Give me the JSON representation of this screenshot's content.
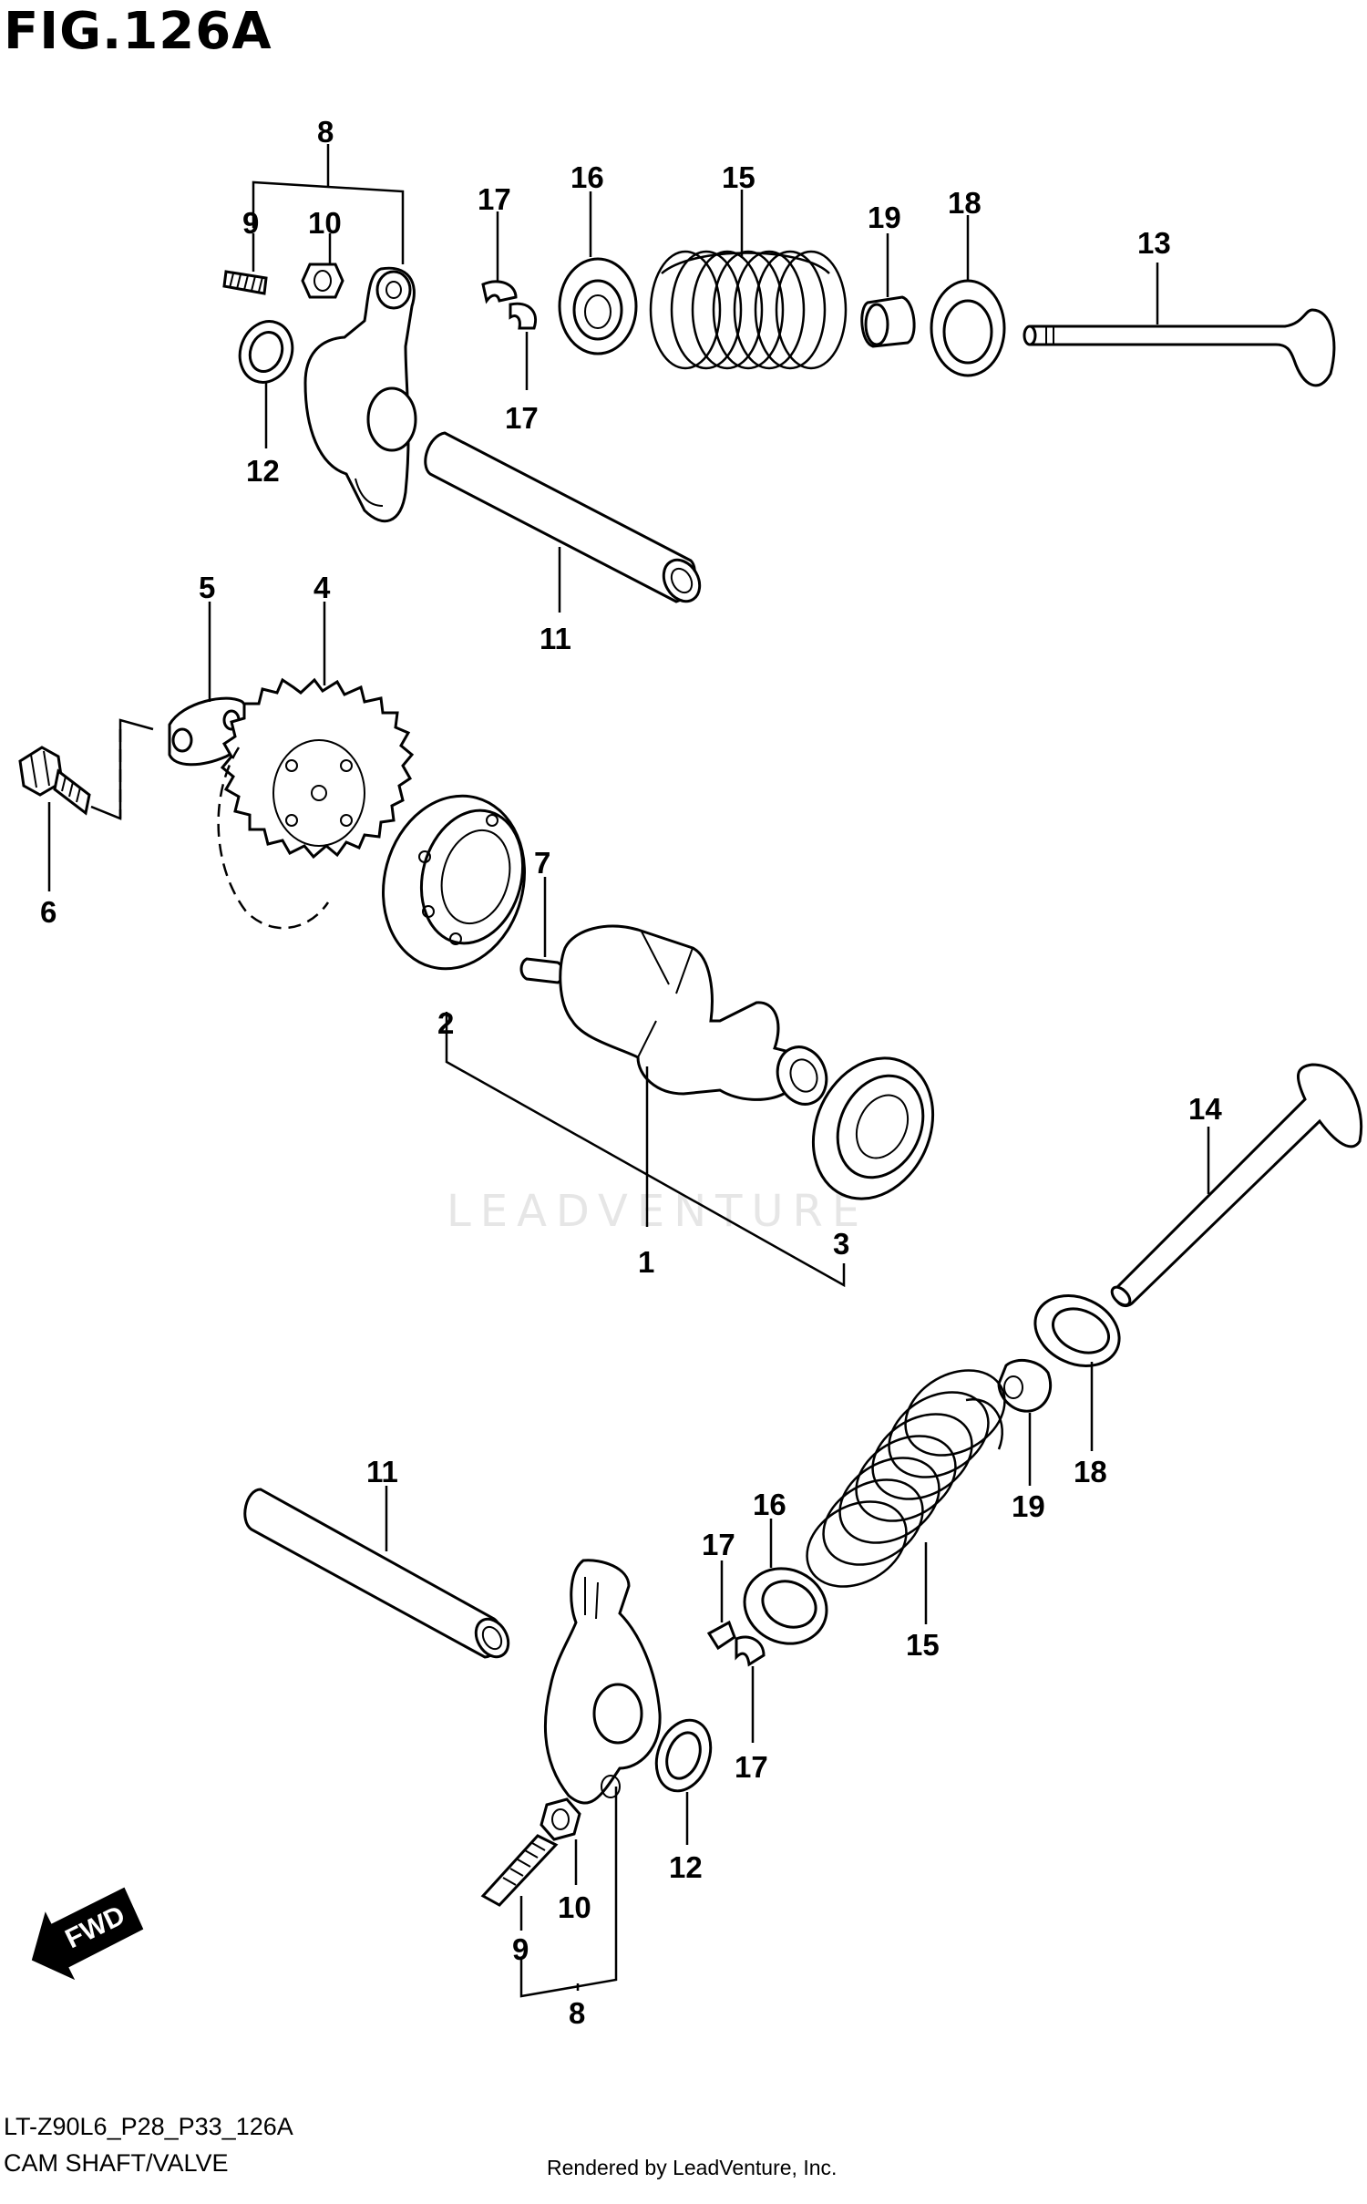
{
  "figure": {
    "title": "FIG.126A",
    "code": "LT-Z90L6_P28_P33_126A",
    "name": "CAM SHAFT/VALVE",
    "credit": "Rendered by LeadVenture, Inc.",
    "watermark": "LEADVENTURE",
    "fwd_label": "FWD"
  },
  "callouts": {
    "c1": "1",
    "c2": "2",
    "c3": "3",
    "c4": "4",
    "c5": "5",
    "c6": "6",
    "c7": "7",
    "c8a": "8",
    "c9a": "9",
    "c10a": "10",
    "c12a": "12",
    "c11a": "11",
    "c17a": "17",
    "c16a": "16",
    "c15a": "15",
    "c17b": "17",
    "c19a": "19",
    "c18a": "18",
    "c13": "13",
    "c14": "14",
    "c18b": "18",
    "c19b": "19",
    "c16b": "16",
    "c15b": "15",
    "c17c": "17",
    "c17d": "17",
    "c11b": "11",
    "c12b": "12",
    "c10b": "10",
    "c9b": "9",
    "c8b": "8"
  }
}
